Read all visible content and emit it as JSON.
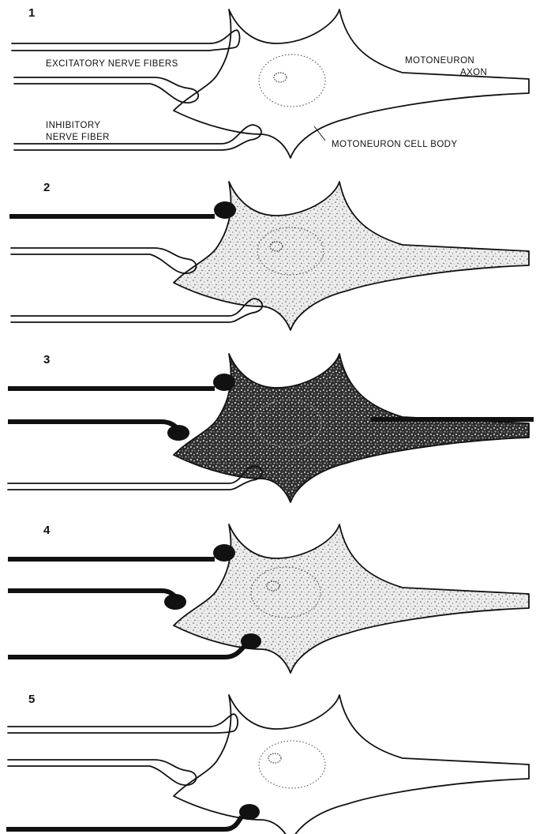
{
  "labels": {
    "excitatory_line1": "EXCITATORY NERVE FIBERS",
    "inhibitory_line1": "INHIBITORY",
    "inhibitory_line2": "NERVE FIBER",
    "axon_line1": "MOTONEURON",
    "axon_line2": "AXON",
    "cell_body": "MOTONEURON CELL BODY"
  },
  "panels": [
    {
      "number": "1",
      "fiber_top": "open",
      "fiber_mid": "open",
      "fiber_inhib": "open",
      "cell_fill": "none",
      "axon": "open"
    },
    {
      "number": "2",
      "fiber_top": "active",
      "fiber_mid": "open",
      "fiber_inhib": "open",
      "cell_fill": "light",
      "axon": "open"
    },
    {
      "number": "3",
      "fiber_top": "active",
      "fiber_mid": "active",
      "fiber_inhib": "open",
      "cell_fill": "dark",
      "axon": "active"
    },
    {
      "number": "4",
      "fiber_top": "active",
      "fiber_mid": "active",
      "fiber_inhib": "active",
      "cell_fill": "light",
      "axon": "open"
    },
    {
      "number": "5",
      "fiber_top": "open",
      "fiber_mid": "open",
      "fiber_inhib": "active",
      "cell_fill": "none",
      "axon": "open"
    }
  ],
  "colors": {
    "ink": "#111111",
    "light_fill": "#d6d6d6",
    "dark_fill": "#3a3a3a"
  }
}
